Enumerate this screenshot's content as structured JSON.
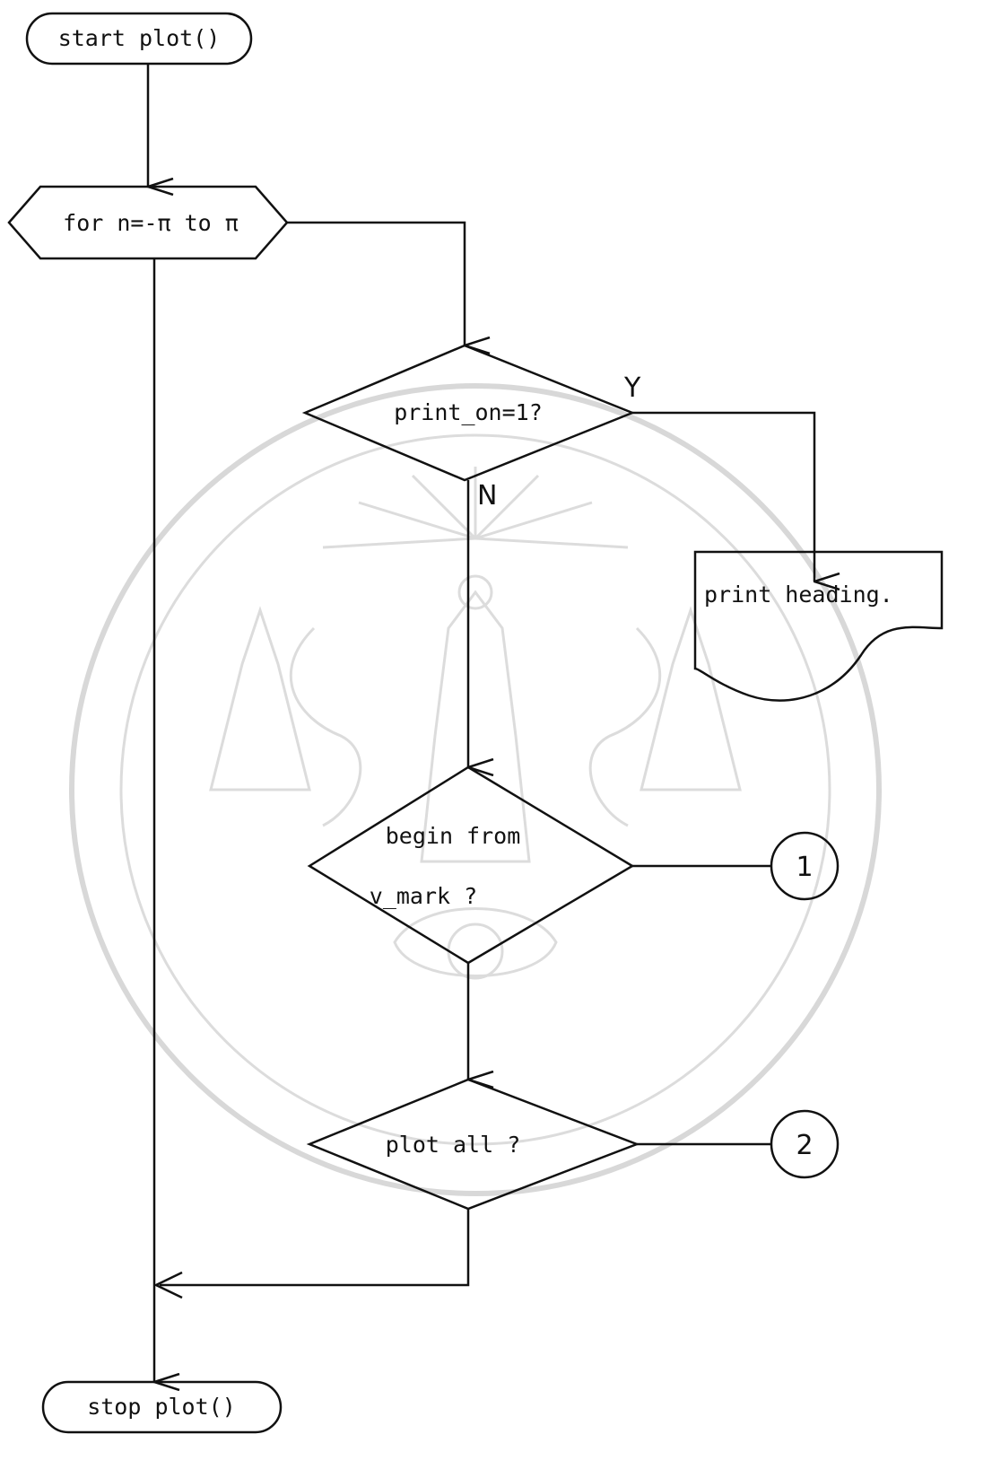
{
  "flowchart": {
    "start_label": "start plot()",
    "loop_label": "for n=-π to π",
    "decision_print_label": "print_on=1?",
    "yes_label": "Y",
    "no_label": "N",
    "print_heading_label": "print heading.",
    "decision_begin_line1": "begin from",
    "decision_begin_line2": "v_mark ?",
    "connector_1_label": "1",
    "decision_plot_label": "plot all ?",
    "connector_2_label": "2",
    "stop_label": "stop plot()"
  }
}
